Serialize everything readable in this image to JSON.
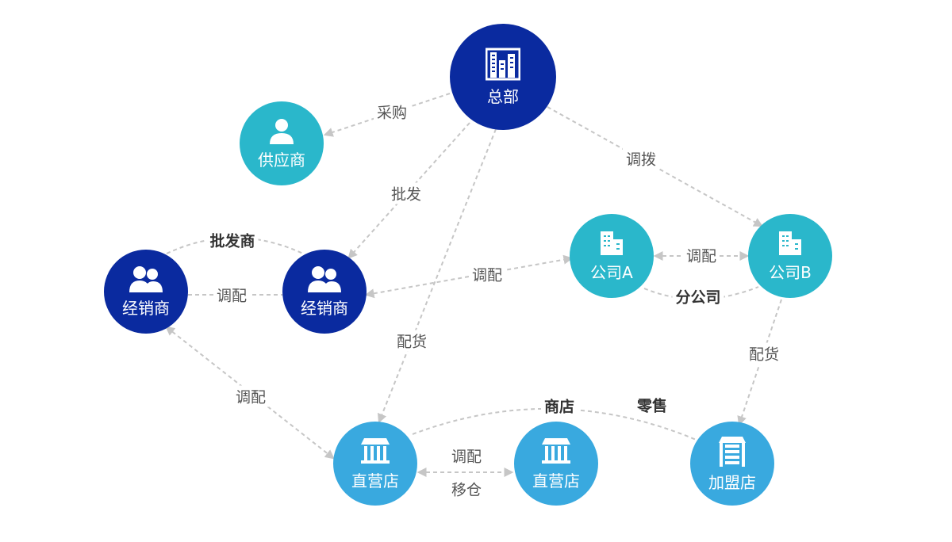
{
  "colors": {
    "dark": "#0a2a9f",
    "teal": "#2ab7cb",
    "light": "#39a9df",
    "edge": "#c6c6c6"
  },
  "nodes": {
    "hq": {
      "label": "总部",
      "icon": "office-building-icon"
    },
    "supplier": {
      "label": "供应商",
      "icon": "person-icon"
    },
    "dealer1": {
      "label": "经销商",
      "icon": "users-icon"
    },
    "dealer2": {
      "label": "经销商",
      "icon": "users-icon"
    },
    "companyA": {
      "label": "公司A",
      "icon": "building-icon"
    },
    "companyB": {
      "label": "公司B",
      "icon": "building-icon"
    },
    "store1": {
      "label": "直营店",
      "icon": "store-icon"
    },
    "store2": {
      "label": "直营店",
      "icon": "store-icon"
    },
    "franchise": {
      "label": "加盟店",
      "icon": "shop-shutter-icon"
    }
  },
  "edges": {
    "hq_supplier": "采购",
    "hq_dealer": "批发",
    "hq_store": "配货",
    "hq_companyB": "调拨",
    "dealer_companyA": "调配",
    "dealer_dealer": "调配",
    "companyA_companyB": "调配",
    "companyB_franchise": "配货",
    "dealer_store": "调配",
    "store_store_top": "调配",
    "store_store_bottom": "移仓"
  },
  "groups": {
    "wholesaler": "批发商",
    "branch": "分公司",
    "shop": "商店",
    "retail": "零售"
  }
}
